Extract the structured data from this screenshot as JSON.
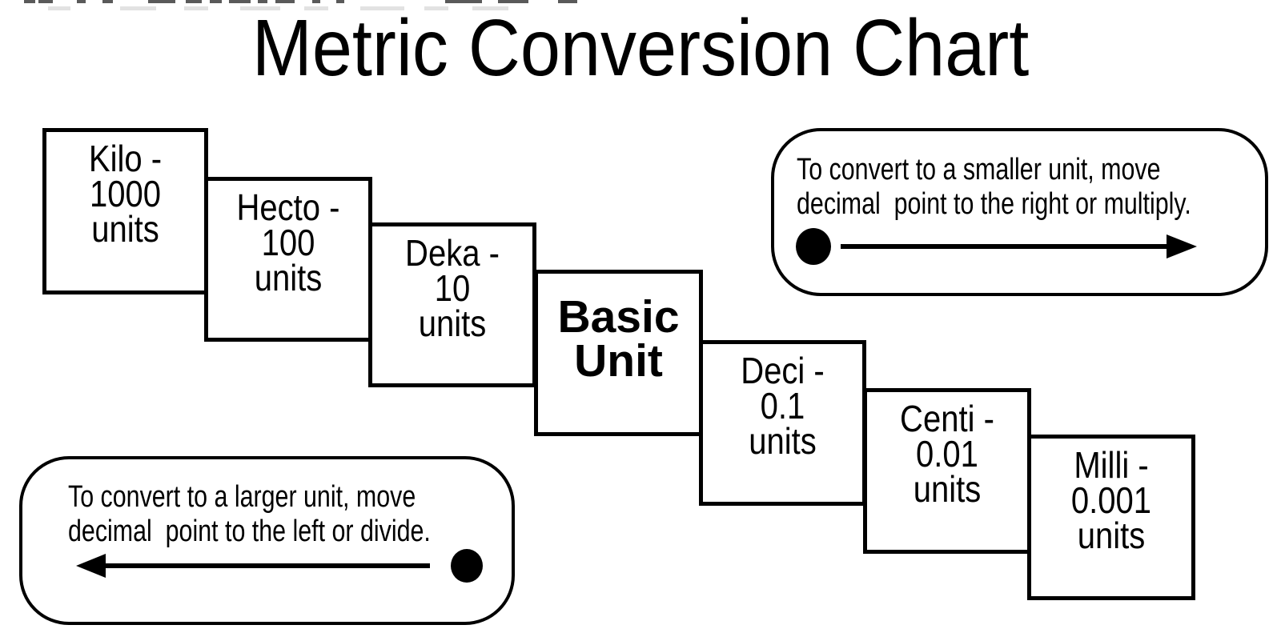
{
  "title": "Metric Conversion Chart",
  "colors": {
    "ink": "#000000",
    "paper": "#ffffff"
  },
  "steps": [
    {
      "name": "kilo",
      "label": "Kilo -",
      "value": "1000",
      "unit": "units"
    },
    {
      "name": "hecto",
      "label": "Hecto -",
      "value": "100",
      "unit": "units"
    },
    {
      "name": "deka",
      "label": "Deka -",
      "value": "10",
      "unit": "units"
    },
    {
      "name": "basic-unit",
      "label": "Basic",
      "value": "Unit"
    },
    {
      "name": "deci",
      "label": "Deci -",
      "value": "0.1",
      "unit": "units"
    },
    {
      "name": "centi",
      "label": "Centi -",
      "value": "0.01",
      "unit": "units"
    },
    {
      "name": "milli",
      "label": "Milli -",
      "value": "0.001",
      "unit": "units"
    }
  ],
  "notes": {
    "smaller": {
      "line1": "To convert to a smaller unit, move",
      "line2": "decimal  point to the right or multiply.",
      "arrow_direction": "right"
    },
    "larger": {
      "line1": "To convert to a larger unit, move",
      "line2": "decimal  point to the left or divide.",
      "arrow_direction": "left"
    }
  }
}
